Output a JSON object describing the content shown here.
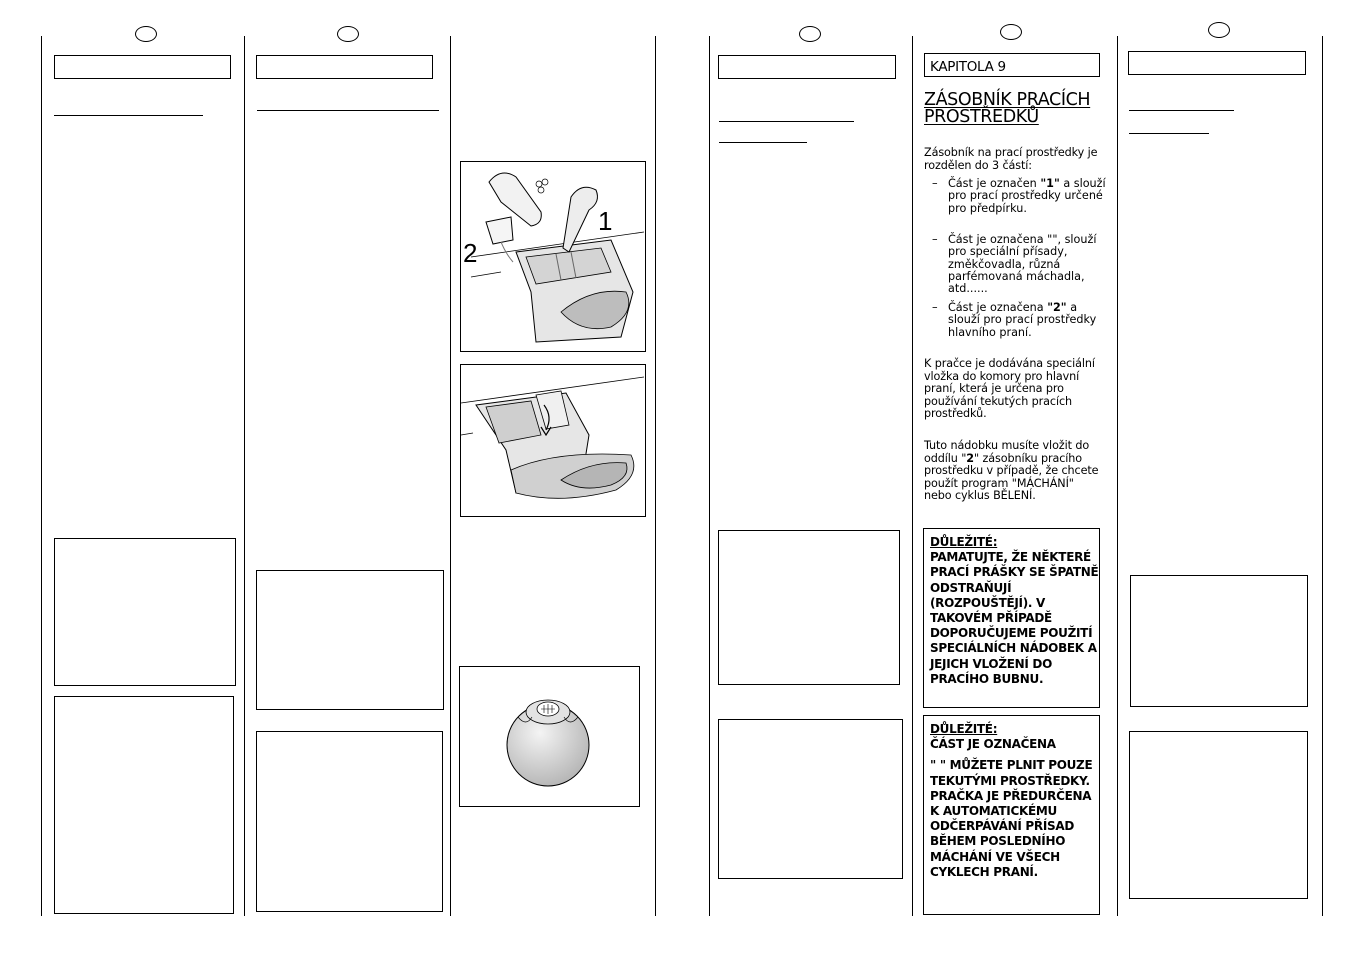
{
  "chapter": {
    "label": "KAPITOLA 9",
    "title_line1": "ZÁSOBNÍK PRACÍCH",
    "title_line2": "PROSTŘEDKŮ"
  },
  "intro": "Zásobník na prací prostředky je rozdělen do 3 částí:",
  "items": [
    {
      "dash": "–",
      "pre": "Část je označen ",
      "bold": "\"1\"",
      "post": " a slouží pro prací prostředky určené pro předpírku."
    },
    {
      "dash": "–",
      "pre": "Část je označena \"",
      "bold": "",
      "post": "\", slouží pro speciální přísady, změkčovadla, různá parfémovaná máchadla, atd......"
    },
    {
      "dash": "–",
      "pre": "Část je označena ",
      "bold": "\"2\"",
      "post": " a slouží pro prací prostředky hlavního praní."
    }
  ],
  "para1": "K pračce je dodávána speciální vložka do komory pro hlavní praní, která je určena pro používání tekutých pracích prostředků.",
  "para2_pre": "Tuto nádobku musíte vložit do oddílu \"",
  "para2_bold": "2",
  "para2_post": "\" zásobníku pracího prostředku v případě, že chcete použít program \"MÁCHÁNÍ\" nebo cyklus BĚLENÍ.",
  "warning1": {
    "heading": "DŮLEŽITÉ:",
    "body": "PAMATUJTE, ŽE NĚKTERÉ PRACÍ PRÁŠKY SE ŠPATNĚ ODSTRAŇUJÍ (ROZPOUŠTĚJÍ). V TAKOVÉM PŘÍPADĚ DOPORUČUJEME POUŽITÍ SPECIÁLNÍCH NÁDOBEK A JEJICH VLOŽENÍ DO PRACÍHO BUBNU."
  },
  "warning2": {
    "heading": "DŮLEŽITÉ:",
    "line2": "ČÁST JE OZNAČENA",
    "body": "\"      \" MŮŽETE PLNIT POUZE TEKUTÝMI PROSTŘEDKY. PRAČKA JE PŘEDURČENA K AUTOMATICKÉMU ODČERPÁVÁNÍ PŘÍSAD BĚHEM POSLEDNÍHO MÁCHÁNÍ VE VŠECH CYKLECH PRANÍ."
  },
  "figure": {
    "label_1": "1",
    "label_2": "2"
  }
}
